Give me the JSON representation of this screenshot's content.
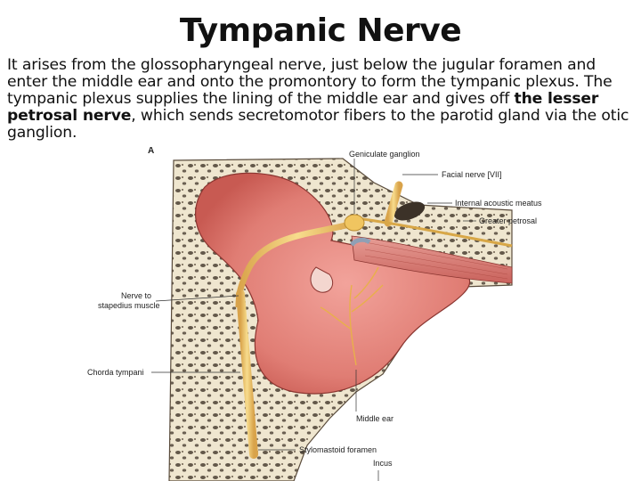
{
  "title": "Tympanic Nerve",
  "paragraph": {
    "part1": "It arises from the glossopharyngeal nerve, just below the jugular foramen and enter the middle ear and onto the promontory to form the tympanic plexus. The tympanic plexus supplies the lining of the middle ear and gives off ",
    "emphasis1": "the lesser petrosal nerve",
    "part2": ", which sends secretomotor fibers to the parotid gland via the otic ganglion."
  },
  "figure": {
    "panel_letter": "A",
    "labels": {
      "geniculate": "Geniculate ganglion",
      "facial": "Facial nerve [VII]",
      "internal_meatus": "Internal acoustic meatus",
      "greater_petrosal": "Greater petrosal",
      "nerve_stapedius_1": "Nerve to",
      "nerve_stapedius_2": "stapedius muscle",
      "chorda": "Chorda tympani",
      "middle_ear": "Middle ear",
      "stylomastoid": "Stylomastoid foramen",
      "incus": "Incus"
    }
  }
}
